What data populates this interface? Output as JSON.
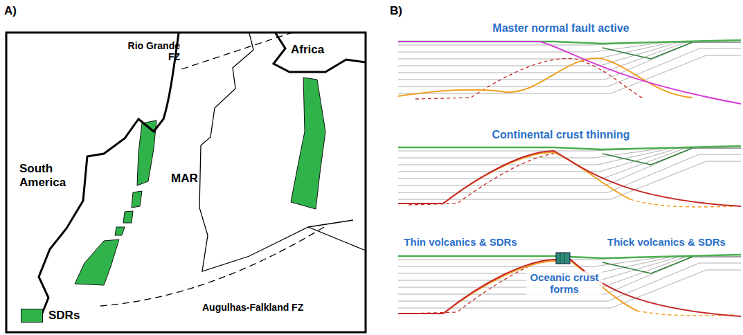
{
  "diagram": {
    "labels": [
      "A)",
      "B)",
      "South America",
      "Africa",
      "Rio Grande FZ",
      "MAR",
      "Augulhas-Falkland FZ",
      "Master normal fault active",
      "Continental crust thinning",
      "Thin volcanics & SDRs",
      "Thick volcanics & SDRs",
      "Oceanic crust forms"
    ],
    "legend": [
      {
        "text": "SDRs",
        "color": "#2fb34a"
      }
    ]
  }
}
